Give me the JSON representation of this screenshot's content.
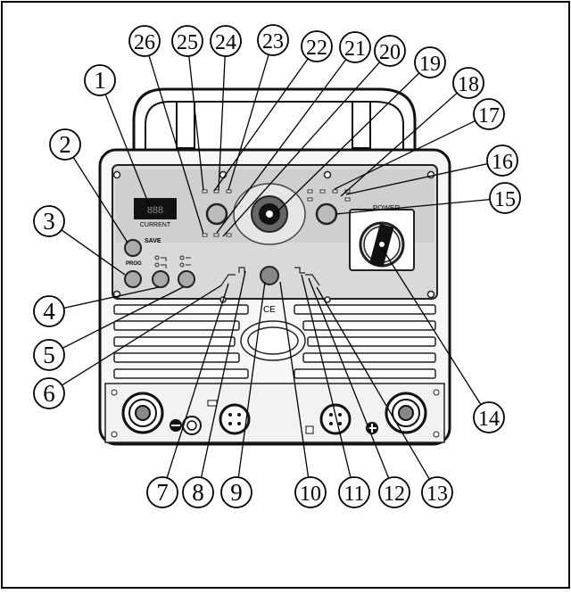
{
  "panel": {
    "display_caption": "CURRENT",
    "save_label": "SAVE",
    "prog_label": "PROG",
    "power_label": "POWER",
    "ce_mark": "CE"
  },
  "callouts": [
    "1",
    "2",
    "3",
    "4",
    "5",
    "6",
    "7",
    "8",
    "9",
    "10",
    "11",
    "12",
    "13",
    "14",
    "15",
    "16",
    "17",
    "18",
    "19",
    "20",
    "21",
    "22",
    "23",
    "24",
    "25",
    "26"
  ]
}
